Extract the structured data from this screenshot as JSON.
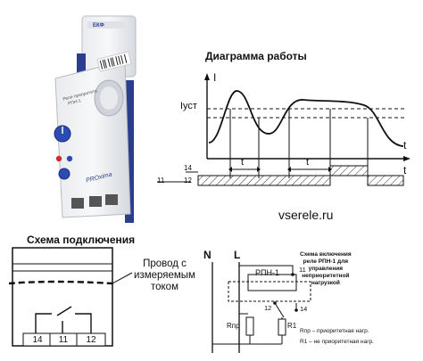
{
  "device": {
    "brand_logo": "ЕКФ",
    "model": "РПН-1",
    "label_text": "Реле приоритета",
    "sub_logo": "PROxima"
  },
  "timing": {
    "title": "Диаграмма работы",
    "y_label": "I",
    "threshold_label": "Iуст",
    "t_axis": "t",
    "interval_label": "t",
    "pins": [
      "14",
      "11",
      "12"
    ]
  },
  "watermark": "vserele.ru",
  "connection": {
    "title": "Схема подключения",
    "wire_label": "Провод с\nизмеряемым\nтоком",
    "terminals": [
      "14",
      "11",
      "12"
    ]
  },
  "wiring": {
    "title": "Схема включения\nреле РПН-1 для\nуправления\nнеприоритетной\nнагрузкой",
    "n_label": "N",
    "l_label": "L",
    "relay_label": "РПН-1",
    "pin_11": "11",
    "pin_12": "12",
    "pin_14": "14",
    "rpr_label": "Rпр",
    "r1_label": "R1",
    "note_1": "Rпр – приоритетная нагр.",
    "note_2": "R1 – не приоритетная нагр."
  }
}
